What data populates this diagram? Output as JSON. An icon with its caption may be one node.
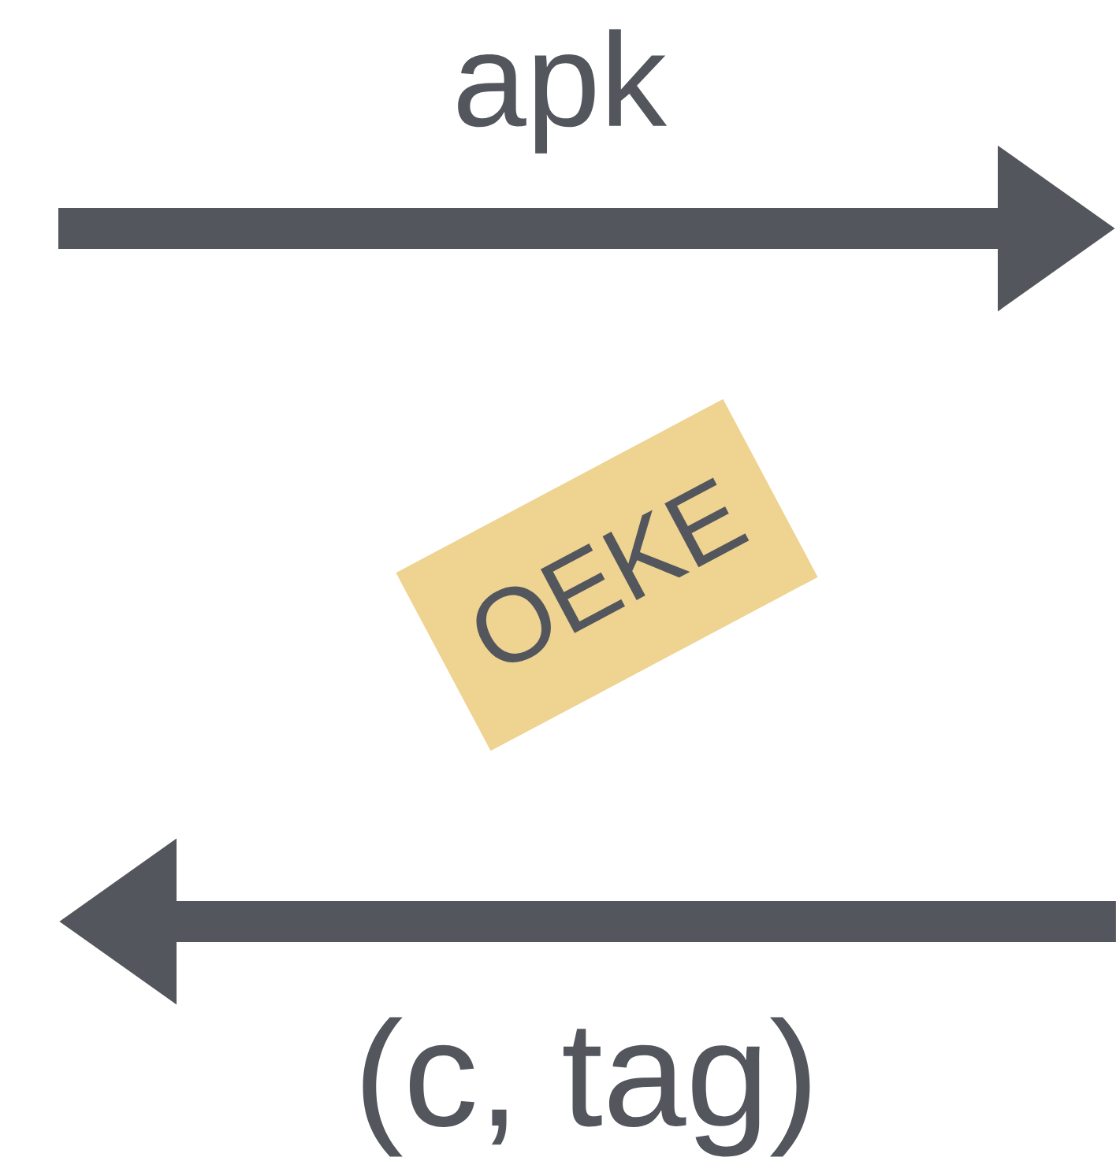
{
  "diagram": {
    "nodes": [
      {
        "text": [
          "OEKE"
        ]
      }
    ],
    "labels": [
      "apk",
      "(c, tag)"
    ]
  }
}
